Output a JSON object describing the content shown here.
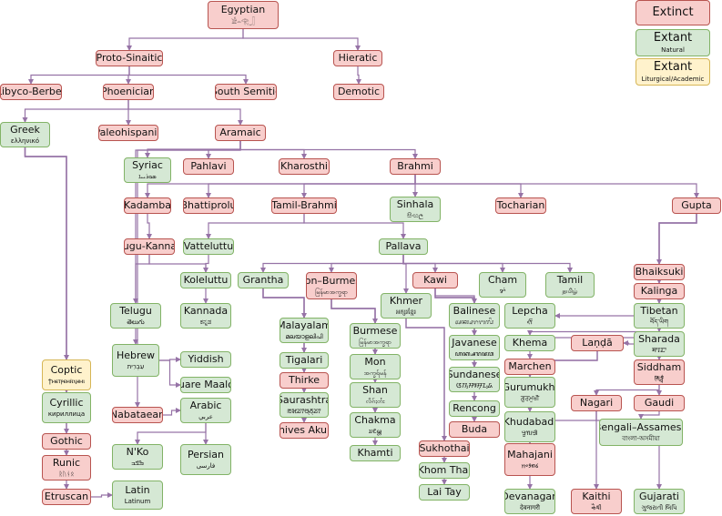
{
  "legend": {
    "extinct": {
      "label": "Extinct"
    },
    "extant_natural": {
      "label": "Extant",
      "sub": "Natural"
    },
    "extant_liturgical": {
      "label": "Extant",
      "sub": "Liturgical/Academic"
    }
  },
  "colors": {
    "extinct_fill": "#f8cecc",
    "extinct_border": "#b85450",
    "extant_fill": "#d5e8d4",
    "extant_border": "#82b366",
    "liturgical_fill": "#fff2cc",
    "liturgical_border": "#d6b656",
    "edge": "#9673a6"
  },
  "nodes": {
    "egyptian": {
      "label": "Egyptian",
      "sub": "𓀀𓏏𓂀𓃀",
      "status": "extinct"
    },
    "proto_sinaitic": {
      "label": "Proto-Sinaitic",
      "status": "extinct"
    },
    "hieratic": {
      "label": "Hieratic",
      "status": "extinct"
    },
    "demotic": {
      "label": "Demotic",
      "status": "extinct"
    },
    "libyco_berber": {
      "label": "Libyco-Berber",
      "status": "extinct"
    },
    "phoenician": {
      "label": "Phoenician",
      "status": "extinct"
    },
    "south_semitic": {
      "label": "South Semitic",
      "status": "extinct"
    },
    "greek": {
      "label": "Greek",
      "sub": "ελληνικό",
      "status": "extant"
    },
    "paleohispanic": {
      "label": "Paleohispanic",
      "status": "extinct"
    },
    "aramaic": {
      "label": "Aramaic",
      "status": "extinct"
    },
    "syriac": {
      "label": "Syriac",
      "sub": "ܣܘܪܝܝܐ",
      "status": "extant"
    },
    "pahlavi": {
      "label": "Pahlavi",
      "status": "extinct"
    },
    "kharosthi": {
      "label": "Kharosthi",
      "status": "extinct"
    },
    "brahmi": {
      "label": "Brahmi",
      "status": "extinct"
    },
    "kadamba": {
      "label": "Kadamba",
      "status": "extinct"
    },
    "bhattiprolu": {
      "label": "Bhattiprolu",
      "status": "extinct"
    },
    "tamil_brahmi": {
      "label": "Tamil-Brahmi",
      "status": "extinct"
    },
    "sinhala": {
      "label": "Sinhala",
      "sub": "සිංහල",
      "status": "extant"
    },
    "tocharian": {
      "label": "Tocharian",
      "status": "extinct"
    },
    "gupta": {
      "label": "Gupta",
      "status": "extinct"
    },
    "telugu_kannada": {
      "label": "Telugu-Kannada",
      "status": "extinct"
    },
    "vatteluttu": {
      "label": "Vatteluttu",
      "status": "extant"
    },
    "pallava": {
      "label": "Pallava",
      "status": "extant"
    },
    "koleluttu": {
      "label": "Koleluttu",
      "status": "extant"
    },
    "grantha": {
      "label": "Grantha",
      "status": "extant"
    },
    "mon_burmese": {
      "label": "Mon–Burmese",
      "sub": "မြန်မာအက္ခရာ",
      "status": "extinct"
    },
    "kawi": {
      "label": "Kawi",
      "status": "extinct"
    },
    "cham": {
      "label": "Cham",
      "sub": "ꨌꩌ",
      "status": "extant"
    },
    "tamil": {
      "label": "Tamil",
      "sub": "தமிழ்",
      "status": "extant"
    },
    "bhaiksuki": {
      "label": "Bhaiksuki",
      "status": "extinct"
    },
    "kalinga": {
      "label": "Kalinga",
      "status": "extinct"
    },
    "telugu": {
      "label": "Telugu",
      "sub": "తెలుగు",
      "status": "extant"
    },
    "kannada": {
      "label": "Kannada",
      "sub": "ಕನ್ನಡ",
      "status": "extant"
    },
    "khmer": {
      "label": "Khmer",
      "sub": "អក្សរខ្មែរ",
      "status": "extant"
    },
    "balinese": {
      "label": "Balinese",
      "sub": "ᬅᬓ᭄ᬱᬭᬩᬮᬶ",
      "status": "extant"
    },
    "lepcha": {
      "label": "Lepcha",
      "sub": "ᰛᰩᰵ",
      "status": "extant"
    },
    "tibetan": {
      "label": "Tibetan",
      "sub": "བོད་ཡིག",
      "status": "extant"
    },
    "malayalam": {
      "label": "Malayalam",
      "sub": "മലയാളലിപി",
      "status": "extant"
    },
    "burmese": {
      "label": "Burmese",
      "sub": "မြန်မာအက္ခရာ",
      "status": "extant"
    },
    "javanese": {
      "label": "Javanese",
      "sub": "ꦲꦏ꧀ꦱꦫꦗꦮ",
      "status": "extant"
    },
    "khema": {
      "label": "Khema",
      "status": "extant"
    },
    "landa": {
      "label": "Laṇḍā",
      "status": "extinct"
    },
    "sharada": {
      "label": "Sharada",
      "sub": "𑆯𑆳𑆫𑆢𑆳",
      "status": "extant"
    },
    "coptic": {
      "label": "Coptic",
      "sub": "ϯⲙⲉⲧⲣⲉⲙⲛ̀ⲭⲏⲙⲓ",
      "status": "liturgical"
    },
    "hebrew": {
      "label": "Hebrew",
      "sub": "עִבְרִית",
      "status": "extant"
    },
    "yiddish": {
      "label": "Yiddish",
      "status": "extant"
    },
    "tigalari": {
      "label": "Tigalari",
      "status": "extant"
    },
    "mon": {
      "label": "Mon",
      "sub": "အက္ခရ်မန်",
      "status": "extant"
    },
    "marchen": {
      "label": "Marchen",
      "status": "extinct"
    },
    "siddham": {
      "label": "Siddham",
      "sub": "𑖭𑖰𑖟𑖿𑖠𑖽",
      "status": "extinct"
    },
    "square_maalouli": {
      "label": "Square Maalouli",
      "status": "extant"
    },
    "cyrillic": {
      "label": "Cyrillic",
      "sub": "кириллица",
      "status": "extant"
    },
    "thirke": {
      "label": "Thirke",
      "status": "extinct"
    },
    "shan": {
      "label": "Shan",
      "sub": "လိၵ်ႈတႆး",
      "status": "extant"
    },
    "sundanese": {
      "label": "Sundanese",
      "sub": "ᮃᮊ᮪ᮞᮛᮞᮥᮔ᮪ᮓ",
      "status": "extant"
    },
    "gurumukhi": {
      "label": "Gurumukhi",
      "sub": "ਗੁਰਮੁਖੀ",
      "status": "extant"
    },
    "nagari": {
      "label": "Nagari",
      "status": "extinct"
    },
    "gaudi": {
      "label": "Gaudi",
      "status": "extinct"
    },
    "nabataean": {
      "label": "Nabataean",
      "status": "extinct"
    },
    "arabic": {
      "label": "Arabic",
      "sub": "عربي",
      "status": "extant"
    },
    "saurashtra": {
      "label": "Saurashtra",
      "sub": "ꢱꣃꢬꢵꢰ꣄ꢜ꣄ꢬꢵ",
      "status": "extant"
    },
    "rencong": {
      "label": "Rencong",
      "status": "extant"
    },
    "bengali_assamese": {
      "label": "Bengali–Assamese",
      "sub": "বাংলা-অসমীয়া",
      "status": "extant"
    },
    "gothic": {
      "label": "Gothic",
      "status": "extinct"
    },
    "chakma": {
      "label": "Chakma",
      "sub": "𑄌𑄋𑄴𑄟𑄳𑄦",
      "status": "extant"
    },
    "khudabadi": {
      "label": "Khudabadi",
      "sub": "𑊻𑋣𑊺𑋠𑊻𑋢",
      "status": "extant"
    },
    "dhives_akuru": {
      "label": "Dhives Akuru",
      "status": "extinct"
    },
    "buda": {
      "label": "Buda",
      "status": "extinct"
    },
    "khamti": {
      "label": "Khamti",
      "status": "extant"
    },
    "nko": {
      "label": "N'Ko",
      "sub": "ߒߞߏ",
      "status": "extant"
    },
    "persian": {
      "label": "Persian",
      "sub": "فارسی",
      "status": "extant"
    },
    "runic": {
      "label": "Runic",
      "sub": "ᚱᚢᚾᛟ",
      "status": "extinct"
    },
    "sukhothai": {
      "label": "Sukhothai",
      "status": "extinct"
    },
    "mahajani": {
      "label": "Mahajani",
      "sub": "𑅬𑅱𑅛𑅧𑅑",
      "status": "extinct"
    },
    "khom_thai": {
      "label": "Khom Thai",
      "status": "extant"
    },
    "etruscan": {
      "label": "Etruscan",
      "status": "extinct"
    },
    "latin": {
      "label": "Latin",
      "sub": "Latinum",
      "status": "extant"
    },
    "lai_tay": {
      "label": "Lai Tay",
      "status": "extant"
    },
    "devanagari": {
      "label": "Devanagari",
      "sub": "देवनागरी",
      "status": "extant"
    },
    "kaithi": {
      "label": "Kaithi",
      "sub": "𑂍𑂶𑂟𑂲",
      "status": "extinct"
    },
    "gujarati": {
      "label": "Gujarati",
      "sub": "ગુજરાતી લિપિ",
      "status": "extant"
    }
  }
}
